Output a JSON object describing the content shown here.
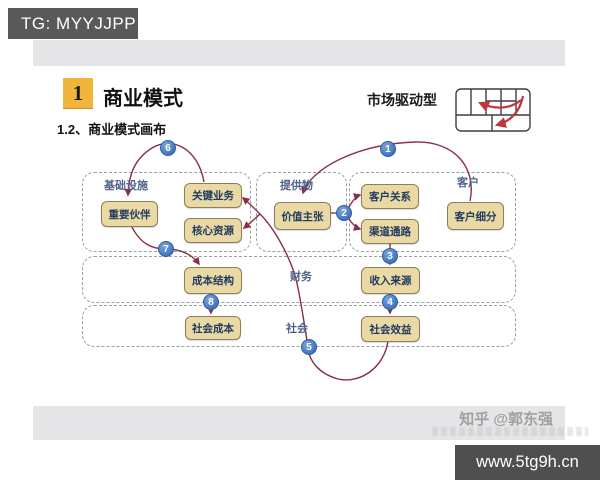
{
  "header": {
    "tg_label": "TG: MYYJJPP"
  },
  "slide": {
    "section_number": "1",
    "section_title": "商业模式",
    "subtitle": "1.2、商业模式画布",
    "canvas_type_label": "市场驱动型",
    "region_labels": {
      "infrastructure": "基础设施",
      "offer": "提供物",
      "customer": "客户",
      "finance": "财务",
      "society": "社会"
    },
    "boxes": {
      "key_partners": "重要伙伴",
      "key_activities": "关键业务",
      "key_resources": "核心资源",
      "value_proposition": "价值主张",
      "customer_relationships": "客户关系",
      "channels": "渠道通路",
      "customer_segments": "客户细分",
      "cost_structure": "成本结构",
      "revenue_streams": "收入来源",
      "social_cost": "社会成本",
      "social_benefit": "社会效益"
    },
    "steps": [
      "1",
      "2",
      "3",
      "4",
      "5",
      "6",
      "7",
      "8"
    ]
  },
  "watermark": {
    "text": "知乎 @郭东强"
  },
  "footer": {
    "url": "www.5tg9h.cn"
  },
  "colors": {
    "accent_gold": "#f0b63c",
    "box_fill": "#ead9a4",
    "box_border": "#8f7f55",
    "box_text": "#1f3a5f",
    "region_label_blue": "#50628a",
    "arrow_maroon": "#8a2f46",
    "step_circle_blue": "#4a7ec2",
    "badge_gray": "#595959",
    "footer_gray": "#4f4f4f"
  }
}
